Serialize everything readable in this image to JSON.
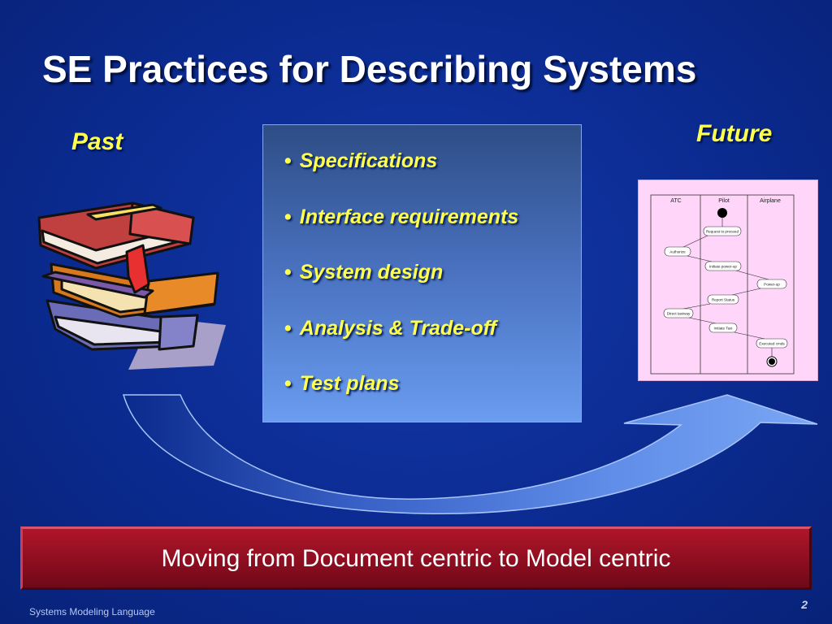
{
  "slide": {
    "title": "SE Practices for Describing Systems",
    "past_label": "Past",
    "future_label": "Future",
    "bullets": [
      "Specifications",
      "Interface requirements",
      "System design",
      "Analysis & Trade-off",
      "Test plans"
    ],
    "bullet_glyph": "•",
    "banner_text": "Moving from Document centric to Model centric",
    "footer_left": "Systems Modeling Language",
    "page_number": "2"
  },
  "activity_diagram": {
    "lanes": [
      "ATC",
      "Pilot",
      "Airplane"
    ],
    "actions": [
      "Request to proceed",
      "Authorize",
      "Initiate power-up",
      "Power-up",
      "Report Status",
      "Direct taxiway",
      "Initiate Taxi",
      "Executed cmds"
    ]
  },
  "colors": {
    "background": "#0b2b91",
    "title": "#ffffff",
    "accent_yellow": "#ffff4d",
    "banner": "#8a0d1f",
    "diagram_bg": "#ffd6fa"
  },
  "icons": [
    "books-icon",
    "curved-arrow"
  ]
}
